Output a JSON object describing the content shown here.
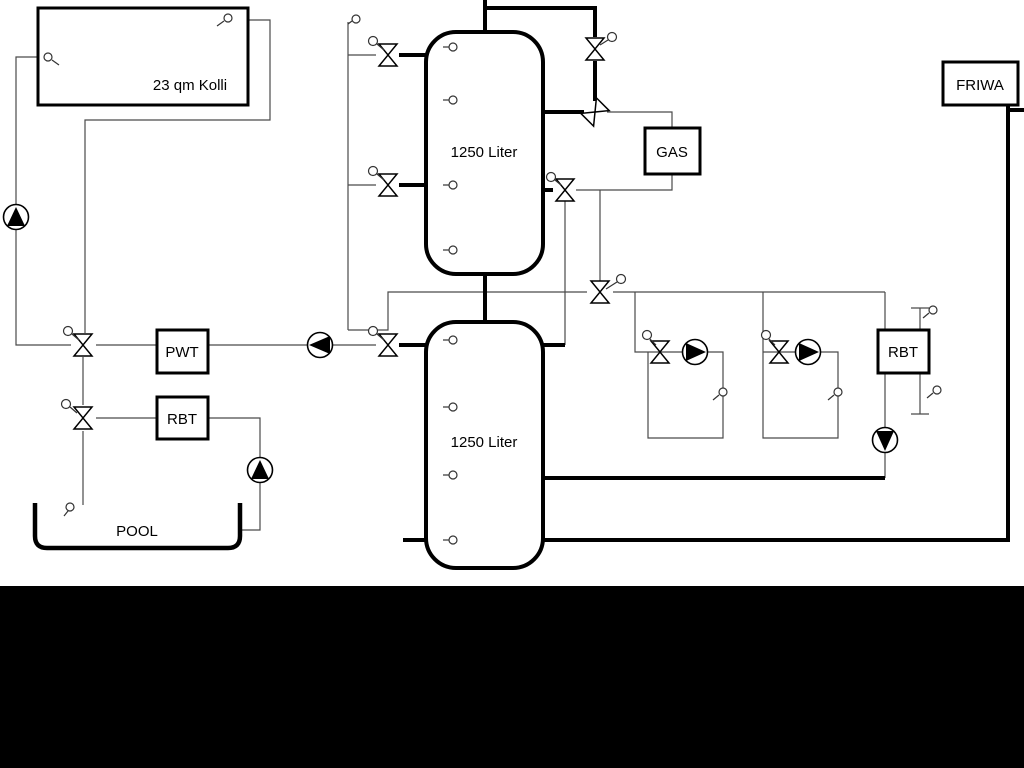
{
  "diagram": {
    "collector": {
      "label": "23 qm Kolli"
    },
    "tank_top": {
      "label": "1250 Liter"
    },
    "tank_bottom": {
      "label": "1250 Liter"
    },
    "gas": {
      "label": "GAS"
    },
    "friwa": {
      "label": "FRIWA"
    },
    "pwt": {
      "label": "PWT"
    },
    "rbt_left": {
      "label": "RBT"
    },
    "rbt_right": {
      "label": "RBT"
    },
    "pool": {
      "label": "POOL"
    }
  },
  "icons": {
    "pump": "circle-with-filled-triangle",
    "valve": "bowtie-hourglass",
    "mixing_valve": "diagonal-bowtie",
    "sensor": "small-circle-with-tick"
  },
  "colors": {
    "background": "#ffffff",
    "ink": "#000000",
    "thin_line": "#4a4a4a",
    "bottom_bar": "#000000"
  }
}
